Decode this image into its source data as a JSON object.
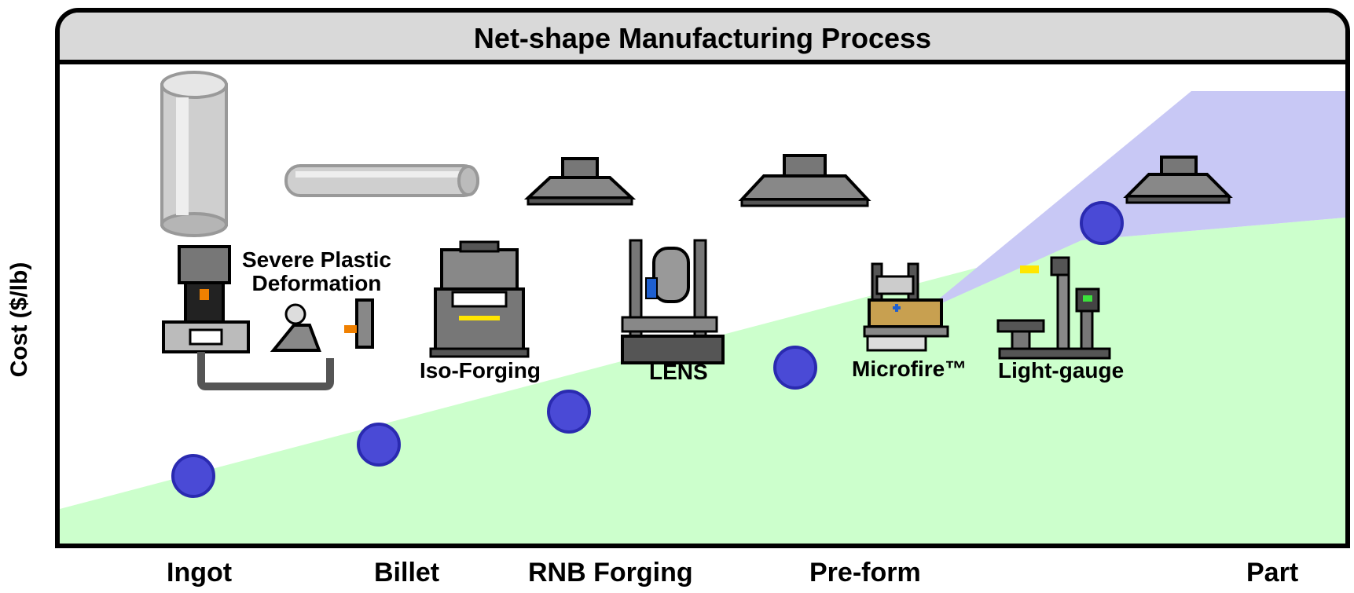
{
  "title": "Net-shape Manufacturing Process",
  "y_axis_label": "Cost ($/lb)",
  "x_ticks": [
    "Ingot",
    "Billet",
    "RNB Forging",
    "Pre-form",
    "Part"
  ],
  "process_labels": {
    "spd": "Severe Plastic\nDeformation",
    "isoforging": "Iso-Forging",
    "lens": "LENS",
    "micro": "Microfire™",
    "lightgauge": "Light-gauge"
  },
  "colors": {
    "green_region": "#ccffcc",
    "blue_region": "#c8c8f5",
    "dot_fill": "#4a4ad6",
    "header_bg": "#d9d9d9"
  },
  "icons": [
    "ingot-icon",
    "billet-icon",
    "forging-icon",
    "preform-icon",
    "part-icon",
    "spd-machine-icon",
    "isoforging-press-icon",
    "lens-machine-icon",
    "microfire-machine-icon",
    "lightgauge-machine-icon"
  ]
}
